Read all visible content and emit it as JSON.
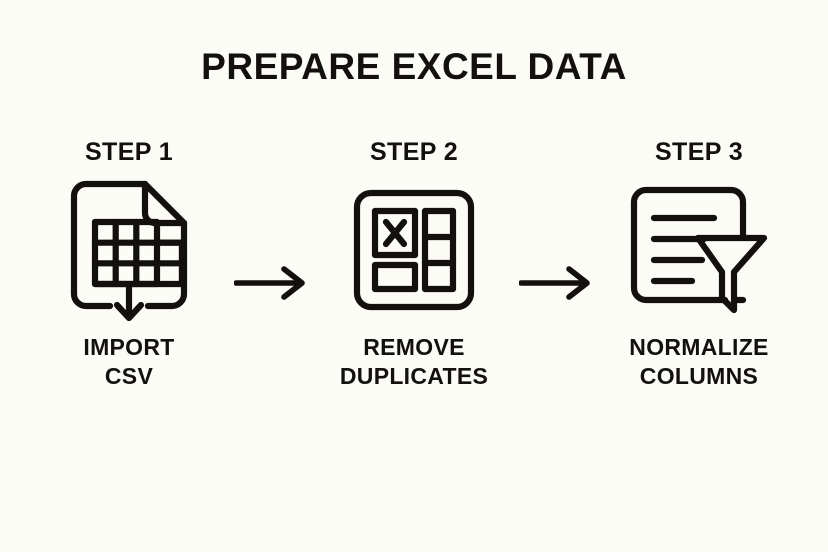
{
  "page": {
    "title": "PREPARE EXCEL DATA",
    "background_color": "#fcfcf6",
    "ink_color": "#13100f"
  },
  "steps": [
    {
      "heading": "STEP 1",
      "label": "IMPORT\nCSV",
      "icon_name": "csv-document-download-icon"
    },
    {
      "heading": "STEP 2",
      "label": "REMOVE\nDUPLICATES",
      "icon_name": "remove-duplicates-grid-icon"
    },
    {
      "heading": "STEP 3",
      "label": "NORMALIZE\nCOLUMNS",
      "icon_name": "filter-funnel-document-icon"
    }
  ],
  "connectors": [
    {
      "name": "arrow-step1-to-step2",
      "direction": "right"
    },
    {
      "name": "arrow-step2-to-step3",
      "direction": "right"
    }
  ]
}
